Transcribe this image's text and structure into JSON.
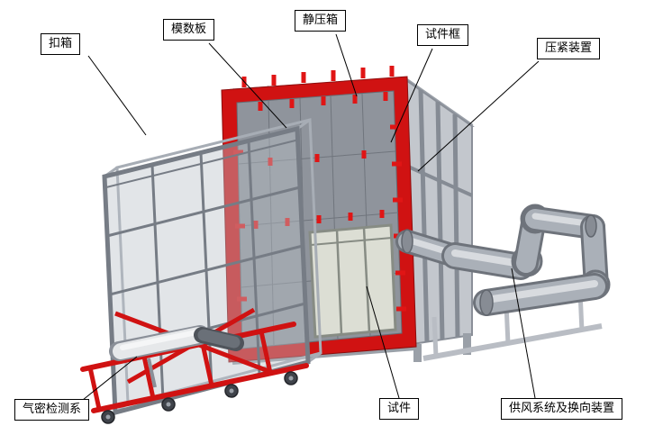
{
  "diagram": {
    "labels": [
      {
        "id": "kouxiang",
        "text": "扣箱"
      },
      {
        "id": "moshuban",
        "text": "模数板"
      },
      {
        "id": "jingyaxiang",
        "text": "静压箱"
      },
      {
        "id": "shijiankuang",
        "text": "试件框"
      },
      {
        "id": "yajin",
        "text": "压紧装置"
      },
      {
        "id": "qimi",
        "text": "气密检测系"
      },
      {
        "id": "shijian",
        "text": "试件"
      },
      {
        "id": "gongfeng",
        "text": "供风系统及换向装置"
      }
    ],
    "colors": {
      "background": "#ffffff",
      "callout_border": "#000000",
      "leader_line": "#000000",
      "frame_red": "#d01212",
      "clamp_red": "#e01515",
      "steel_grey": "#9aa0a8",
      "steel_dark": "#7d838c",
      "panel_grey": "#8f949c",
      "light_grey": "#d6d9de"
    }
  }
}
